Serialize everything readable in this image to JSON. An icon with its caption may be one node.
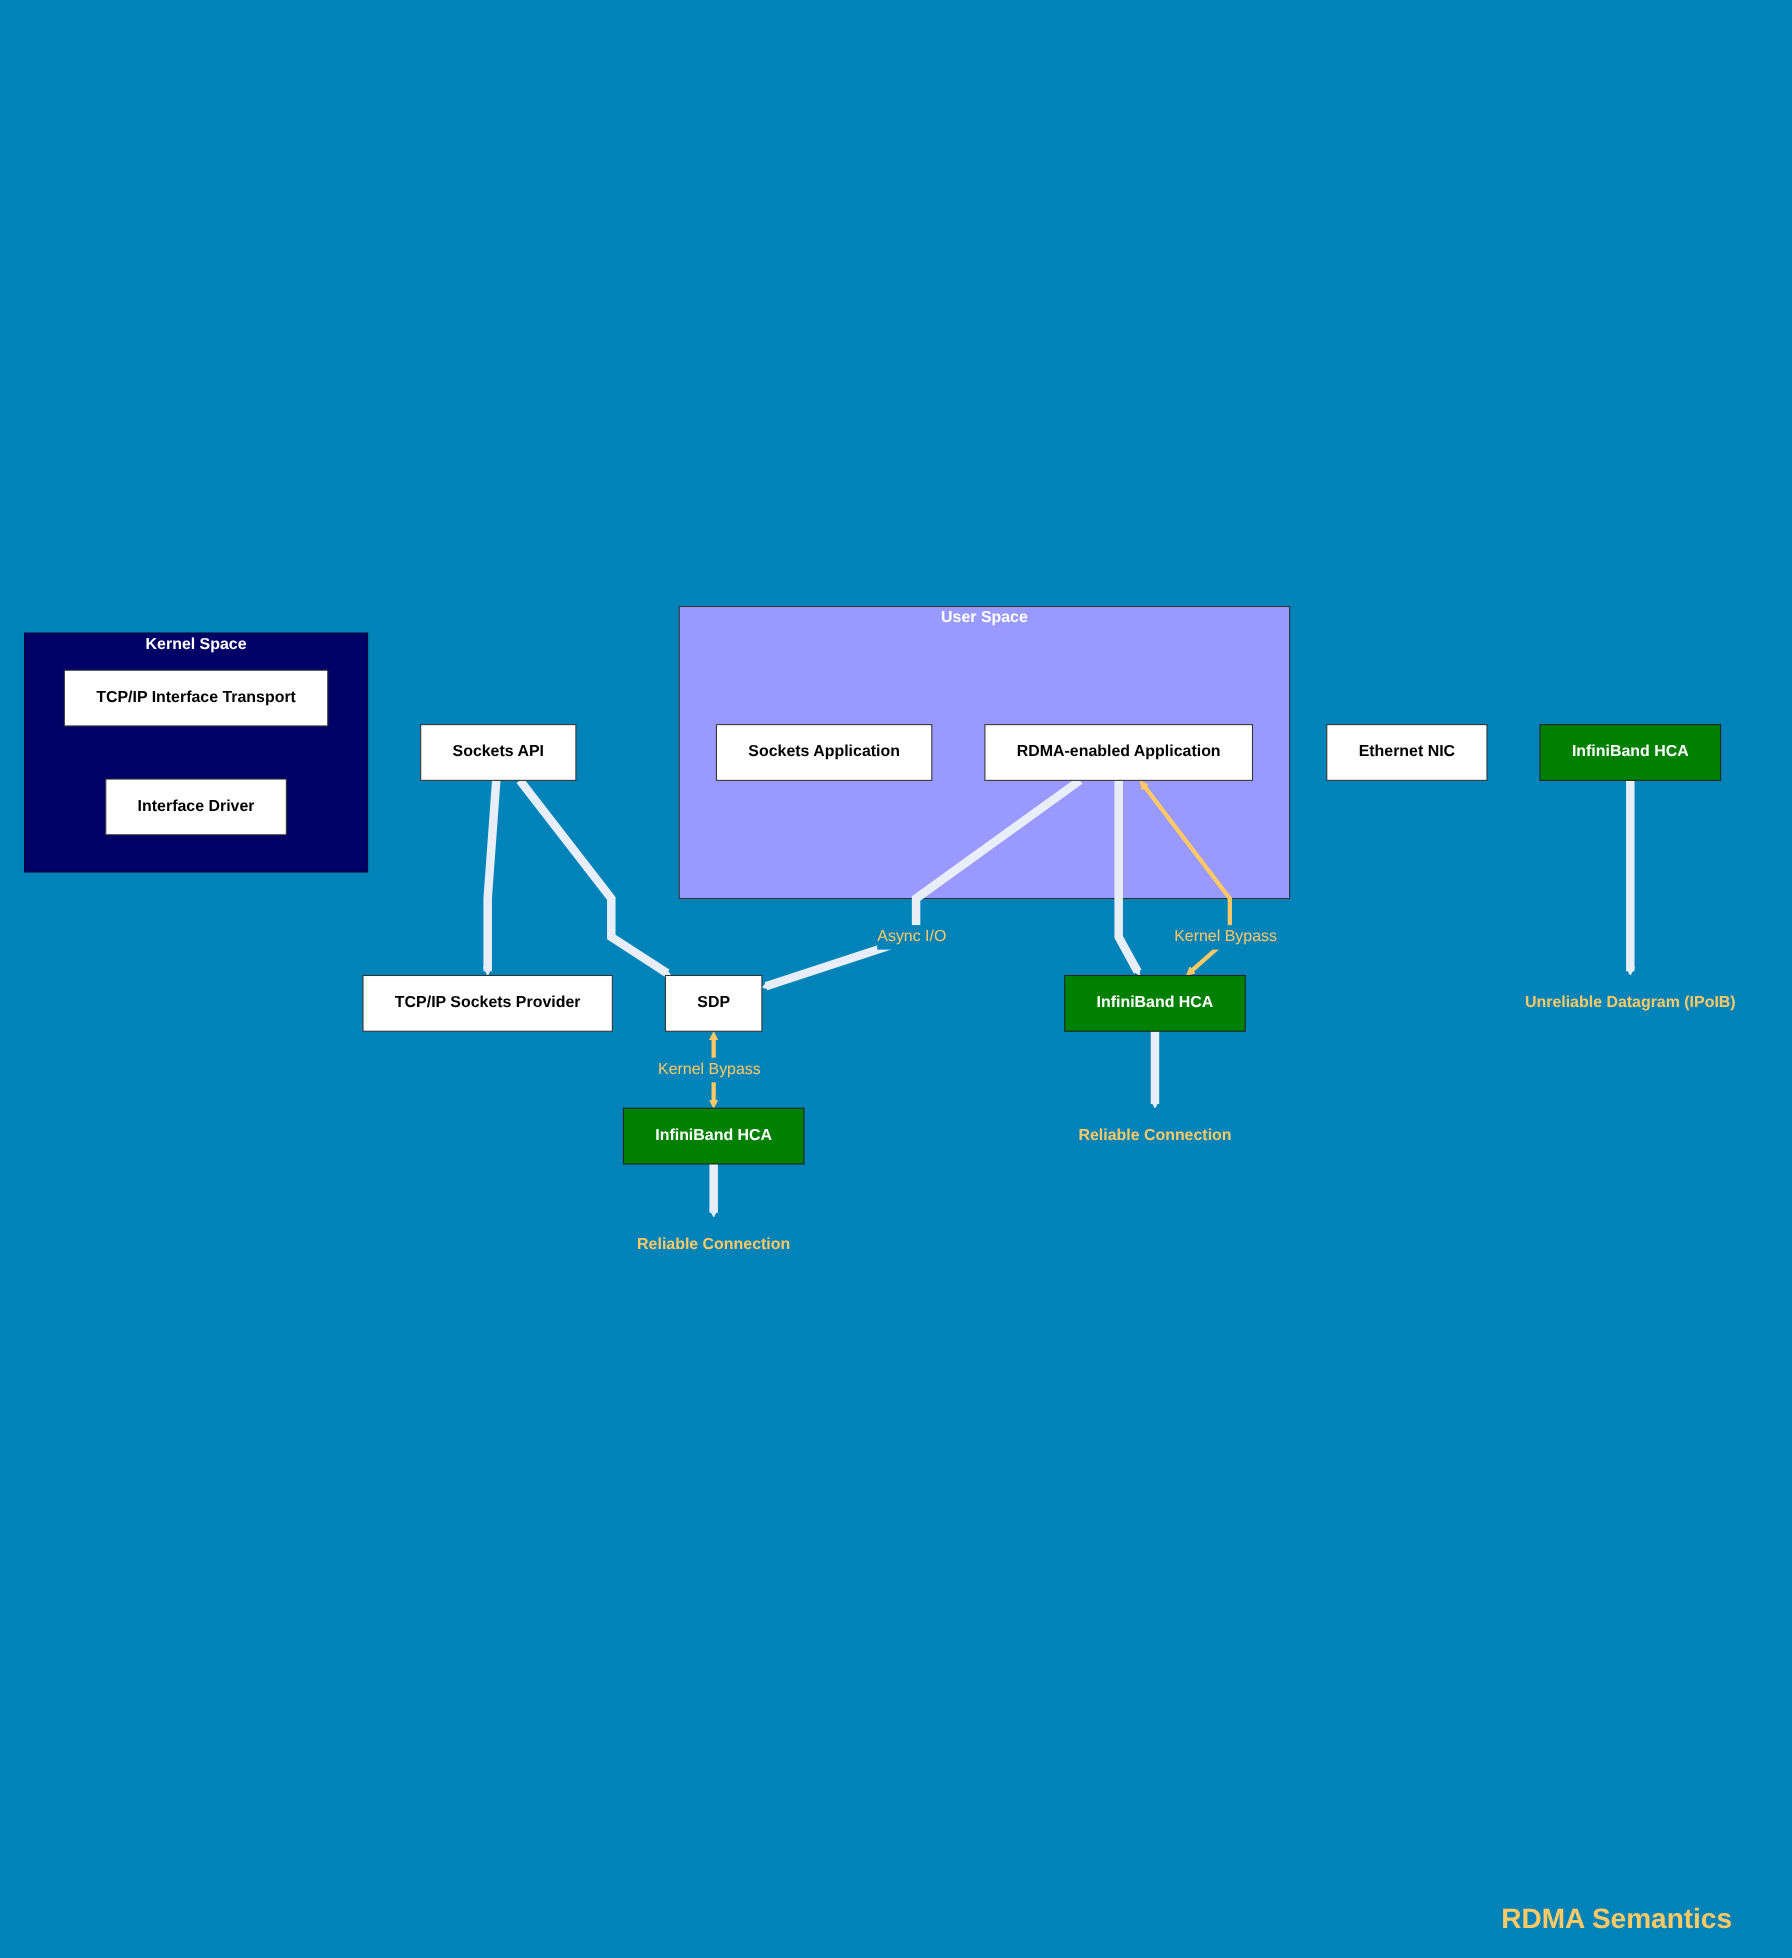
{
  "diagram": {
    "nodes": [
      {
        "text": [
          "User Space"
        ]
      },
      {
        "text": [
          "Sockets Application"
        ],
        "in": 0
      },
      {
        "text": [
          "RDMA-enabled Application"
        ],
        "in": 0
      },
      {
        "text": [
          "Sockets API"
        ]
      },
      {
        "text": [
          "Kernel Space"
        ]
      },
      {
        "text": [
          "TCP/IP Sockets Provider"
        ]
      },
      {
        "text": [
          "TCP/IP Interface Transport"
        ],
        "in": 4
      },
      {
        "text": [
          "Interface Driver"
        ],
        "in": 4
      },
      {
        "text": [
          "SDP"
        ]
      },
      {
        "text": [
          "Ethernet NIC"
        ]
      },
      {
        "text": [
          "InfiniBand HCA"
        ]
      },
      {
        "text": [
          "InfiniBand HCA"
        ]
      },
      {
        "text": [
          "InfiniBand HCA"
        ]
      },
      {
        "text": [
          "Unreliable Datagram (IPoIB)"
        ]
      },
      {
        "text": [
          "Reliable Connection"
        ]
      },
      {
        "text": [
          "Reliable Connection"
        ]
      }
    ],
    "edges": [
      {
        "from": 3,
        "to": 5,
        "arrow": "to"
      },
      {
        "from": 3,
        "to": 8,
        "arrow": "to"
      },
      {
        "from": 2,
        "to": 8,
        "arrow": "to",
        "label": "Async I/O"
      },
      {
        "from": 2,
        "to": 12,
        "arrow": "to"
      },
      {
        "from": 2,
        "to": 12,
        "arrow": "both",
        "label": "Kernel Bypass",
        "color": "#ffc966"
      },
      {
        "from": 8,
        "to": 11,
        "arrow": "both",
        "label": "Kernel Bypass",
        "color": "#ffc966"
      },
      {
        "from": 10,
        "to": 13,
        "arrow": "to"
      },
      {
        "from": 11,
        "to": 14,
        "arrow": "to"
      },
      {
        "from": 12,
        "to": 15,
        "arrow": "to"
      }
    ],
    "labels": [
      "RDMA Semantics"
    ]
  }
}
